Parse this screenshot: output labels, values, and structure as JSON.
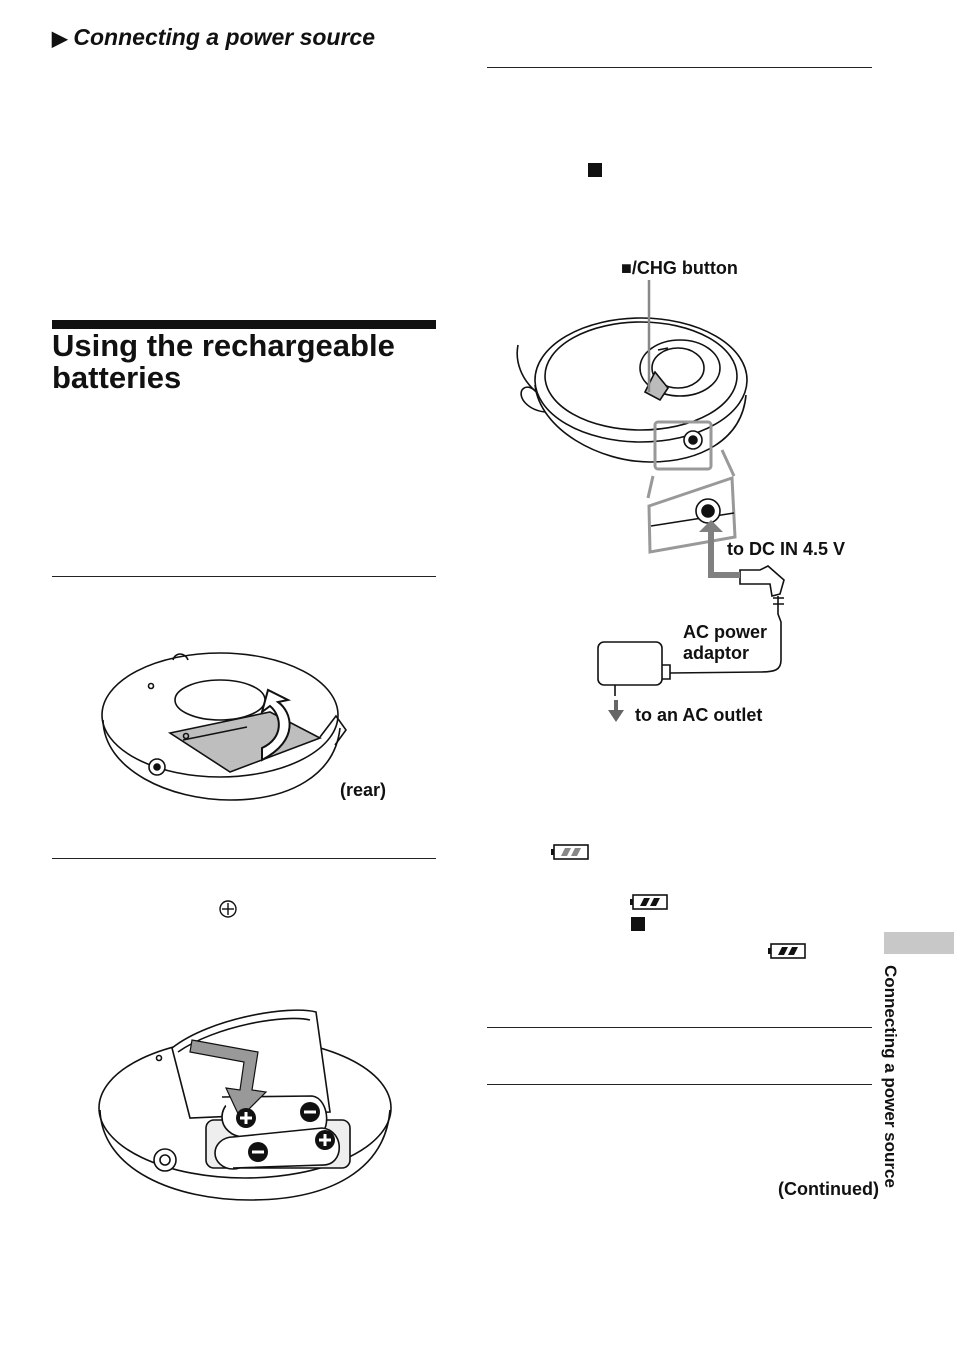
{
  "header": {
    "title": "Connecting a power source",
    "marker": "▶"
  },
  "section": {
    "title": "Using the rechargeable batteries"
  },
  "figure_right": {
    "button_label": "■/CHG button",
    "dc_in_label": "to DC IN 4.5 V",
    "adaptor_label_line1": "AC power",
    "adaptor_label_line2": "adaptor",
    "outlet_label": "to an AC outlet"
  },
  "figure_left": {
    "rear_label": "(rear)"
  },
  "continued": "(Continued)",
  "side_tab": {
    "label": "Connecting a power source"
  },
  "colors": {
    "text": "#111111",
    "tab": "#c8c8c8",
    "arrow": "#808080"
  }
}
